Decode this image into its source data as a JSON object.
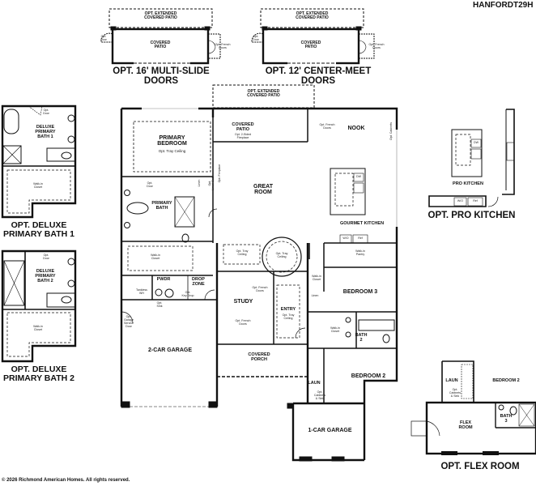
{
  "plan_id": "HANFORDT29H",
  "copyright": "© 2026 Richmond American Homes. All rights reserved.",
  "options": {
    "multi_slide": {
      "caption": "OPT. 16' MULTI-SLIDE DOORS",
      "extended_patio": "OPT. EXTENDED\nCOVERED PATIO",
      "covered_patio": "COVERED\nPATIO",
      "opt_door": "Opt.\nDoor",
      "opt_french_doors": "Opt. French\nDoors"
    },
    "center_meet": {
      "caption": "OPT. 12' CENTER-MEET DOORS",
      "extended_patio": "OPT. EXTENDED\nCOVERED PATIO",
      "covered_patio": "COVERED\nPATIO",
      "opt_door": "Opt.\nDoor",
      "opt_french_doors": "Opt. French\nDoors"
    },
    "deluxe_bath_1": {
      "caption": "OPT. DELUXE\nPRIMARY BATH 1",
      "room": "DELUXE\nPRIMARY\nBATH 1",
      "opt_door": "Opt.\nDoor",
      "closet": "Walk-in\nCloset"
    },
    "deluxe_bath_2": {
      "caption": "OPT. DELUXE\nPRIMARY BATH 2",
      "room": "DELUXE\nPRIMARY\nBATH 2",
      "opt_door": "Opt.\nDoor",
      "closet": "Walk-in\nCloset"
    },
    "pro_kitchen": {
      "caption": "OPT. PRO KITCHEN",
      "room": "PRO KITCHEN",
      "dw": "DW",
      "wo": "W/O",
      "ref": "Ref"
    },
    "flex_room": {
      "caption": "OPT. FLEX ROOM",
      "laun": "LAUN",
      "bedroom2": "BEDROOM 2",
      "flex": "FLEX\nROOM",
      "bath3": "BATH\n3",
      "opt_cabinets": "Opt.\nCabinets\n& Sink"
    }
  },
  "main_plan": {
    "extended_patio": "OPT. EXTENDED\nCOVERED PATIO",
    "rooms": {
      "primary_bedroom": "PRIMARY\nBEDROOM",
      "primary_bedroom_note": "Opt. Tray Ceiling",
      "covered_patio": "COVERED\nPATIO",
      "fireplace_2sided": "Opt. 2-Sided\nFireplace",
      "nook": "NOOK",
      "opt_french_doors_nook": "Opt. French\nDoors",
      "opt_cabinets": "Opt. Cabinets",
      "great_room": "GREAT\nROOM",
      "opt_fireplace": "Opt. Fireplace",
      "gourmet_kitchen": "GOURMET KITCHEN",
      "dw": "DW",
      "wo": "W/O",
      "ref": "Ref",
      "walk_in_pantry": "Walk-in\nPantry",
      "primary_bath": "PRIMARY\nBATH",
      "opt_door_bath": "Opt.\nDoor",
      "linen": "Linen",
      "opt_linen": "Opt.\nLinen Cab.",
      "walk_in_closet_primary": "Walk-in\nCloset",
      "tray_ceiling_1": "Opt. Tray\nCeiling",
      "tray_ceiling_rotunda": "Opt. Tray\nCeiling",
      "pwdr": "PWDR",
      "drop_zone": "DROP\nZONE",
      "opt_key_drop": "Opt.\nKey Drop",
      "tankless": "Tankless\nWH",
      "opt_sink": "Opt.\nSink",
      "opt_garage_door": "Opt.\nGarage\nService\nDoor",
      "study": "STUDY",
      "opt_french_doors_study_1": "Opt. French\nDoors",
      "opt_french_doors_study_2": "Opt. French\nDoors",
      "entry": "ENTRY",
      "entry_note": "Opt. Tray\nCeiling",
      "two_car_garage": "2-CAR GARAGE",
      "covered_porch": "COVERED\nPORCH",
      "walk_in_closet_b3": "Walk-in\nCloset",
      "bedroom3": "BEDROOM 3",
      "linen_hall": "Linen",
      "walk_in_closet_b2": "Walk-in\nCloset",
      "bath2": "BATH\n2",
      "bedroom2": "BEDROOM 2",
      "laun": "LAUN",
      "opt_cabinets_sink": "Opt.\nCabinets\n& Sink",
      "one_car_garage": "1-CAR GARAGE"
    }
  }
}
